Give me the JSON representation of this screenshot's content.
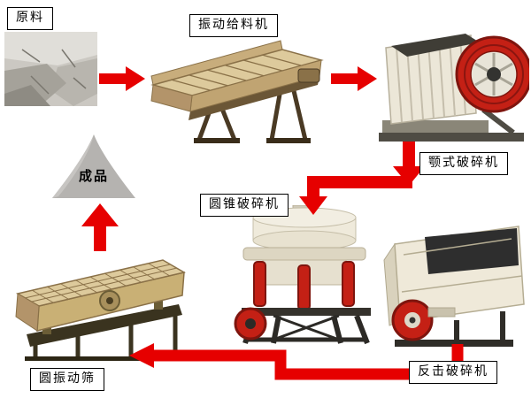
{
  "labels": {
    "raw_material": "原料",
    "vibrating_feeder": "振动给料机",
    "jaw_crusher": "颚式破碎机",
    "cone_crusher": "圆锥破碎机",
    "impact_crusher": "反击破碎机",
    "circular_vibrating_screen": "圆振动筛",
    "finished_product": "成品"
  },
  "flow": [
    {
      "from": "raw_material",
      "to": "vibrating_feeder"
    },
    {
      "from": "vibrating_feeder",
      "to": "jaw_crusher"
    },
    {
      "from": "jaw_crusher",
      "to": "cone_crusher"
    },
    {
      "from": "impact_crusher",
      "to": "circular_vibrating_screen"
    },
    {
      "from": "circular_vibrating_screen",
      "to": "finished_product"
    }
  ],
  "colors": {
    "canvas_background": "#ffffff",
    "arrow_red": "#e60000",
    "label_border": "#000000",
    "label_background": "#ffffff",
    "label_text": "#000000",
    "machine_beige": "#d6c193",
    "machine_cream": "#efe9d9",
    "accent_red": "#c42015",
    "frame_dark": "#2f2d28",
    "product_gray": "#b5b3b0"
  }
}
